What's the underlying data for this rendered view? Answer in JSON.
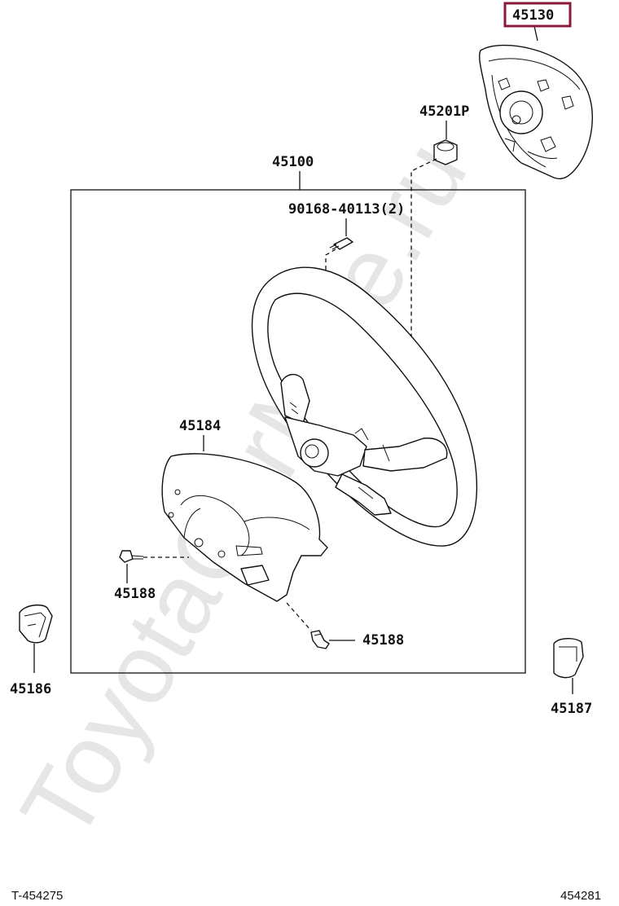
{
  "watermark": "ToyotaCarMine.ru",
  "parts": {
    "horn_pad": "45130",
    "nut": "45201P",
    "wheel_assembly": "45100",
    "bolt_top": "90168-40113(2)",
    "lower_cover": "45184",
    "screw_left": "45188",
    "screw_right": "45188",
    "switch_left": "45186",
    "switch_right": "45187"
  },
  "highlight_color": "#8b1a3a",
  "footer": {
    "left_code": "T-454275",
    "right_code": "454281"
  }
}
